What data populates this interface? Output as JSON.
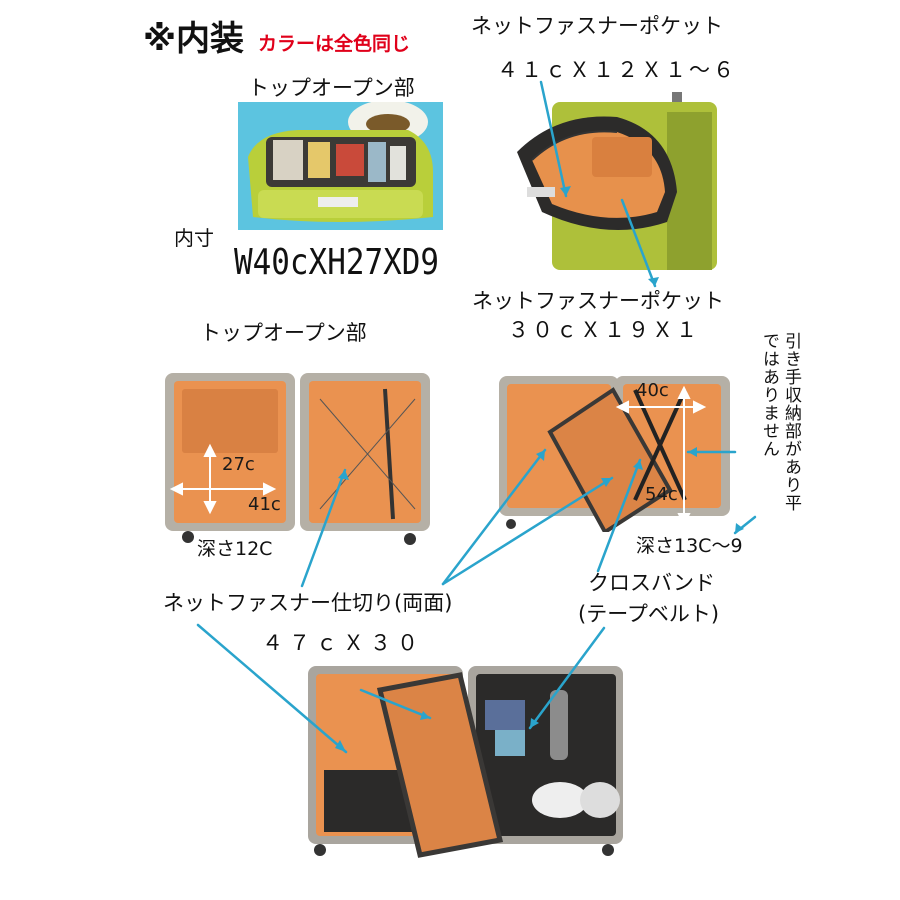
{
  "heading": {
    "title": "※内装",
    "subtitle": "カラーは全色同じ"
  },
  "top_left": {
    "label": "トップオープン部",
    "inner_label": "内寸",
    "inner_dims": "W40cXH27XD9"
  },
  "top_right": {
    "pocket1_label": "ネットファスナーポケット",
    "pocket1_dims": "４１ｃＸ１２Ｘ１～６",
    "pocket2_label": "ネットファスナーポケット",
    "pocket2_dims": "３０ｃＸ１９Ｘ１"
  },
  "middle_left": {
    "label": "トップオープン部",
    "dim_h": "27c",
    "dim_w": "41c",
    "depth": "深さ12C"
  },
  "middle_right": {
    "dim_w": "40c",
    "dim_h": "54c",
    "depth": "深さ13C～9",
    "side_note": "引き手収納部があり平ではありません"
  },
  "bottom": {
    "partition_label": "ネットファスナー仕切り(両面)",
    "partition_dims": "４７ｃＸ３０",
    "crossband_label": "クロスバンド",
    "crossband_sub": "(テープベルト)"
  },
  "colors": {
    "accent_red": "#e0001a",
    "callout_blue": "#2aa4cc",
    "lining_orange": "#e8914a",
    "shell_green": "#a8c53a",
    "shell_silver": "#a9a59e"
  }
}
